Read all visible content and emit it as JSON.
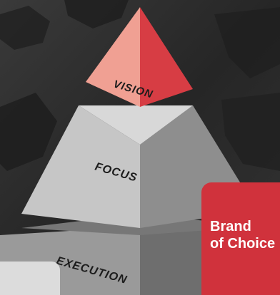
{
  "pyramid": {
    "tiers": [
      {
        "label": "VISION"
      },
      {
        "label": "FOCUS"
      },
      {
        "label": "EXECUTION"
      }
    ]
  },
  "brand_box": {
    "line1": "Brand",
    "line2": "of Choice"
  },
  "colors": {
    "background": "#2b2b2b",
    "vision_left": "#f0a093",
    "vision_right": "#d73d44",
    "focus_left": "#c6c6c6",
    "focus_right": "#8e8e8e",
    "execution_left": "#9a9a9a",
    "brand_box": "#d0323c"
  }
}
